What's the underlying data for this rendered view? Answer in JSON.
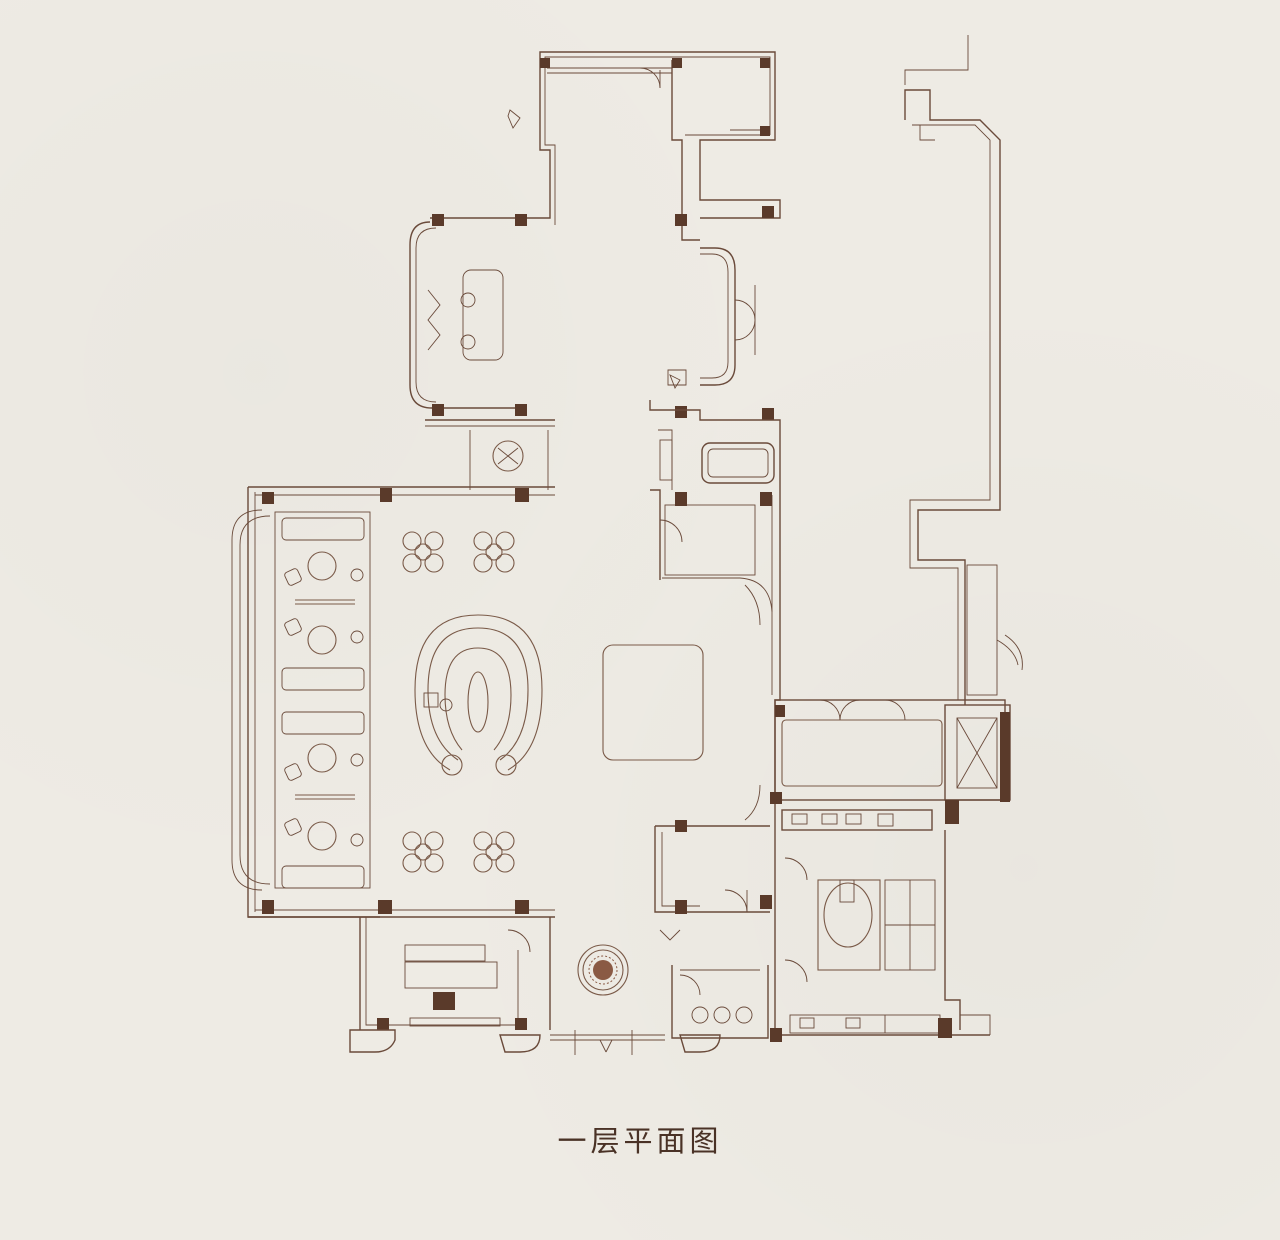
{
  "caption": "一层平面图",
  "colors": {
    "background": "#eeebe4",
    "line": "#6a4a3a",
    "column_fill": "#5a3a2a",
    "caption": "#4a3226"
  },
  "icons": [
    "round-table-set",
    "sofa-group",
    "island-bar-seating",
    "planter",
    "elevator-shaft",
    "toilet-fixture"
  ]
}
